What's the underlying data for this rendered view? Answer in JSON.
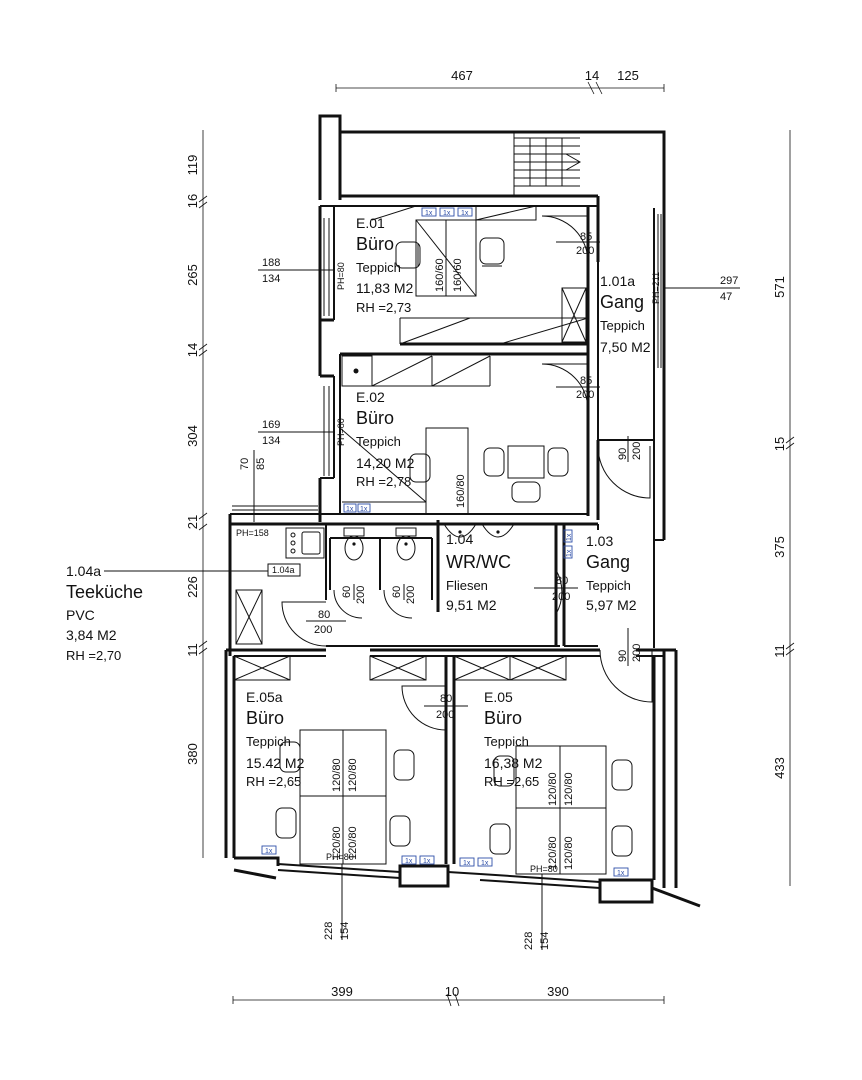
{
  "top_dims": [
    "467",
    "14",
    "125"
  ],
  "bottom_dims": [
    "399",
    "10",
    "390"
  ],
  "left_dims": [
    "119",
    "16",
    "265",
    "14",
    "304",
    "21",
    "226",
    "11",
    "380"
  ],
  "right_dims": [
    "571",
    "15",
    "375",
    "11",
    "433"
  ],
  "rooms": {
    "e01": {
      "id": "E.01",
      "name": "Büro",
      "floor": "Teppich",
      "area": "11,83 M2",
      "rh": "RH =2,73",
      "win_ph": "PH=80",
      "win_dim_a": "188",
      "win_dim_b": "134",
      "desk": [
        "160/60",
        "160/60"
      ]
    },
    "r101a": {
      "id": "1.01a",
      "name": "Gang",
      "floor": "Teppich",
      "area": "7,50 M2",
      "win_ph": "PH=211",
      "win_dim_a": "297",
      "win_dim_b": "47"
    },
    "e02": {
      "id": "E.02",
      "name": "Büro",
      "floor": "Teppich",
      "area": "14,20 M2",
      "rh": "RH =2,78",
      "win_ph": "PH=80",
      "win_dim_a": "169",
      "win_dim_b": "134",
      "desk": "160/80"
    },
    "r104a": {
      "id": "1.04a",
      "name": "Teeküche",
      "floor": "PVC",
      "area": "3,84 M2",
      "rh": "RH =2,70",
      "tag": "1.04a",
      "win_ph": "PH=158",
      "win_dim_a": "70",
      "win_dim_b": "85"
    },
    "r104": {
      "id": "1.04",
      "name": "WR/WC",
      "floor": "Fliesen",
      "area": "9,51 M2"
    },
    "r103": {
      "id": "1.03",
      "name": "Gang",
      "floor": "Teppich",
      "area": "5,97 M2"
    },
    "e05a": {
      "id": "E.05a",
      "name": "Büro",
      "floor": "Teppich",
      "area": "15.42 M2",
      "rh": "RH =2,65",
      "win_ph": "PH=80",
      "win_dim_a": "228",
      "win_dim_b": "154",
      "desk": "120/80"
    },
    "e05": {
      "id": "E.05",
      "name": "Büro",
      "floor": "Teppich",
      "area": "16,38 M2",
      "rh": "RH =2,65",
      "win_ph": "PH=80",
      "win_dim_a": "228",
      "win_dim_b": "154",
      "desk": "120/80"
    }
  },
  "doors": {
    "d1": [
      "85",
      "200"
    ],
    "d2": [
      "85",
      "200"
    ],
    "d3": [
      "90",
      "200"
    ],
    "d4": [
      "80",
      "200"
    ],
    "d5": [
      "60",
      "200"
    ],
    "d6": [
      "60",
      "200"
    ],
    "d7": [
      "80",
      "200"
    ],
    "d8": [
      "90",
      "200"
    ],
    "d9": [
      "80",
      "200"
    ]
  },
  "tag_1x": "1x"
}
